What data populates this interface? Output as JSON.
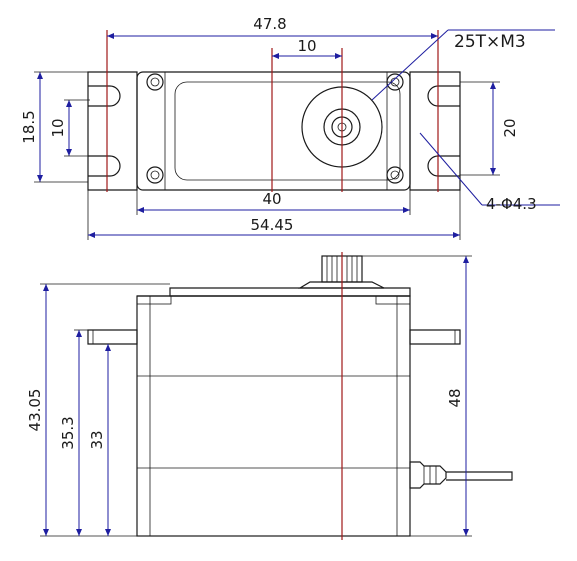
{
  "drawing": {
    "top_view": {
      "width_outer_tabs": "47.8",
      "spline_offset": "10",
      "spline_label": "25T×M3",
      "height_overall": "18.5",
      "height_inner": "10",
      "hole_spacing_vertical": "20",
      "body_width": "40",
      "overall_length": "54.45",
      "hole_label": "4-Φ4.3"
    },
    "side_view": {
      "height_total": "43.05",
      "height_to_flange": "35.3",
      "height_body": "33",
      "height_with_spline": "48"
    }
  },
  "colors": {
    "outline": "#1a1a1a",
    "dimension": "#1e1ea0",
    "centerline": "#a01818"
  }
}
